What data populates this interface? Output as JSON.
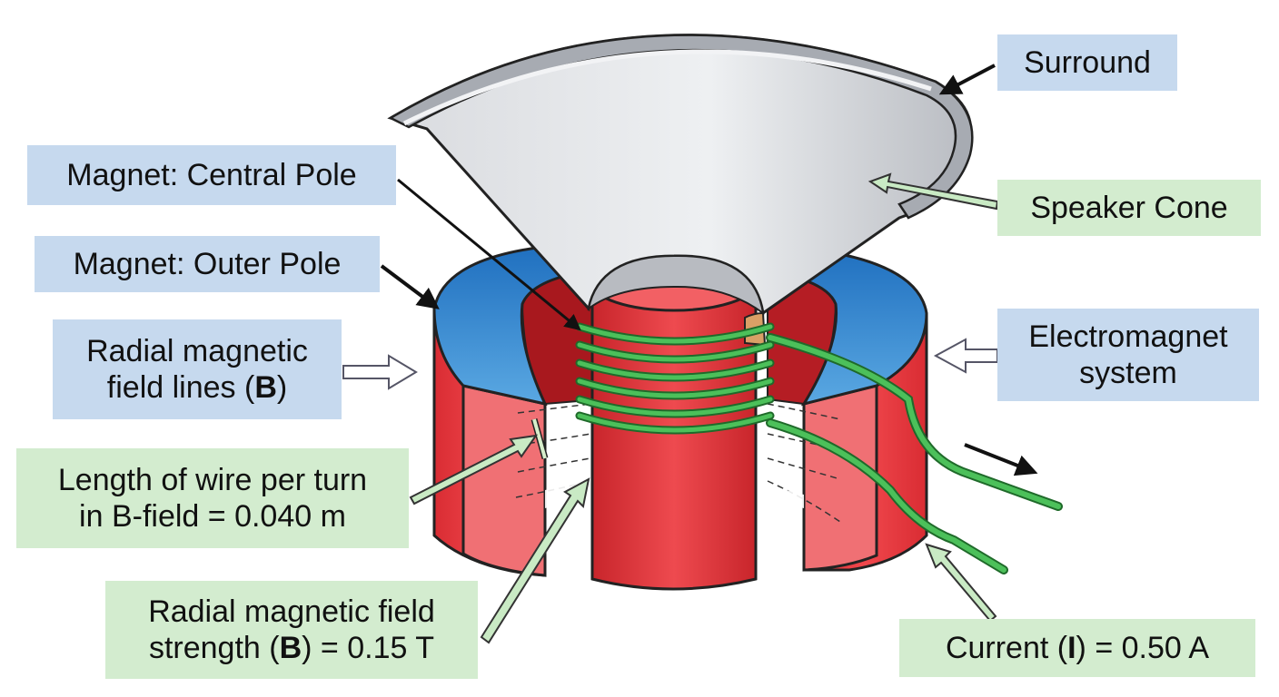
{
  "colors": {
    "blue_box": "#c6d9ee",
    "green_box": "#d3eccf",
    "magnet_red": "#e03a3e",
    "pole_blue": "#2e7fc9",
    "coil_green": "#3aa648",
    "cone_gray": "#c9ccd1",
    "arrow_light_green": "#c9eac4"
  },
  "labels": {
    "surround": "Surround",
    "speaker_cone": "Speaker Cone",
    "central_pole": "Magnet: Central Pole",
    "outer_pole": "Magnet: Outer Pole",
    "radial_lines_1": "Radial magnetic",
    "radial_lines_2a": "field lines (",
    "radial_lines_2b": "B",
    "radial_lines_2c": ")",
    "electromagnet_1": "Electromagnet",
    "electromagnet_2": "system",
    "length_1": "Length of wire per turn",
    "length_2": "in B-field = 0.040 m",
    "strength_1": "Radial magnetic field",
    "strength_2a": "strength (",
    "strength_2b": "B",
    "strength_2c": ") = 0.15 T",
    "current_a": "Current (",
    "current_b": "I",
    "current_c": ") = 0.50 A"
  }
}
